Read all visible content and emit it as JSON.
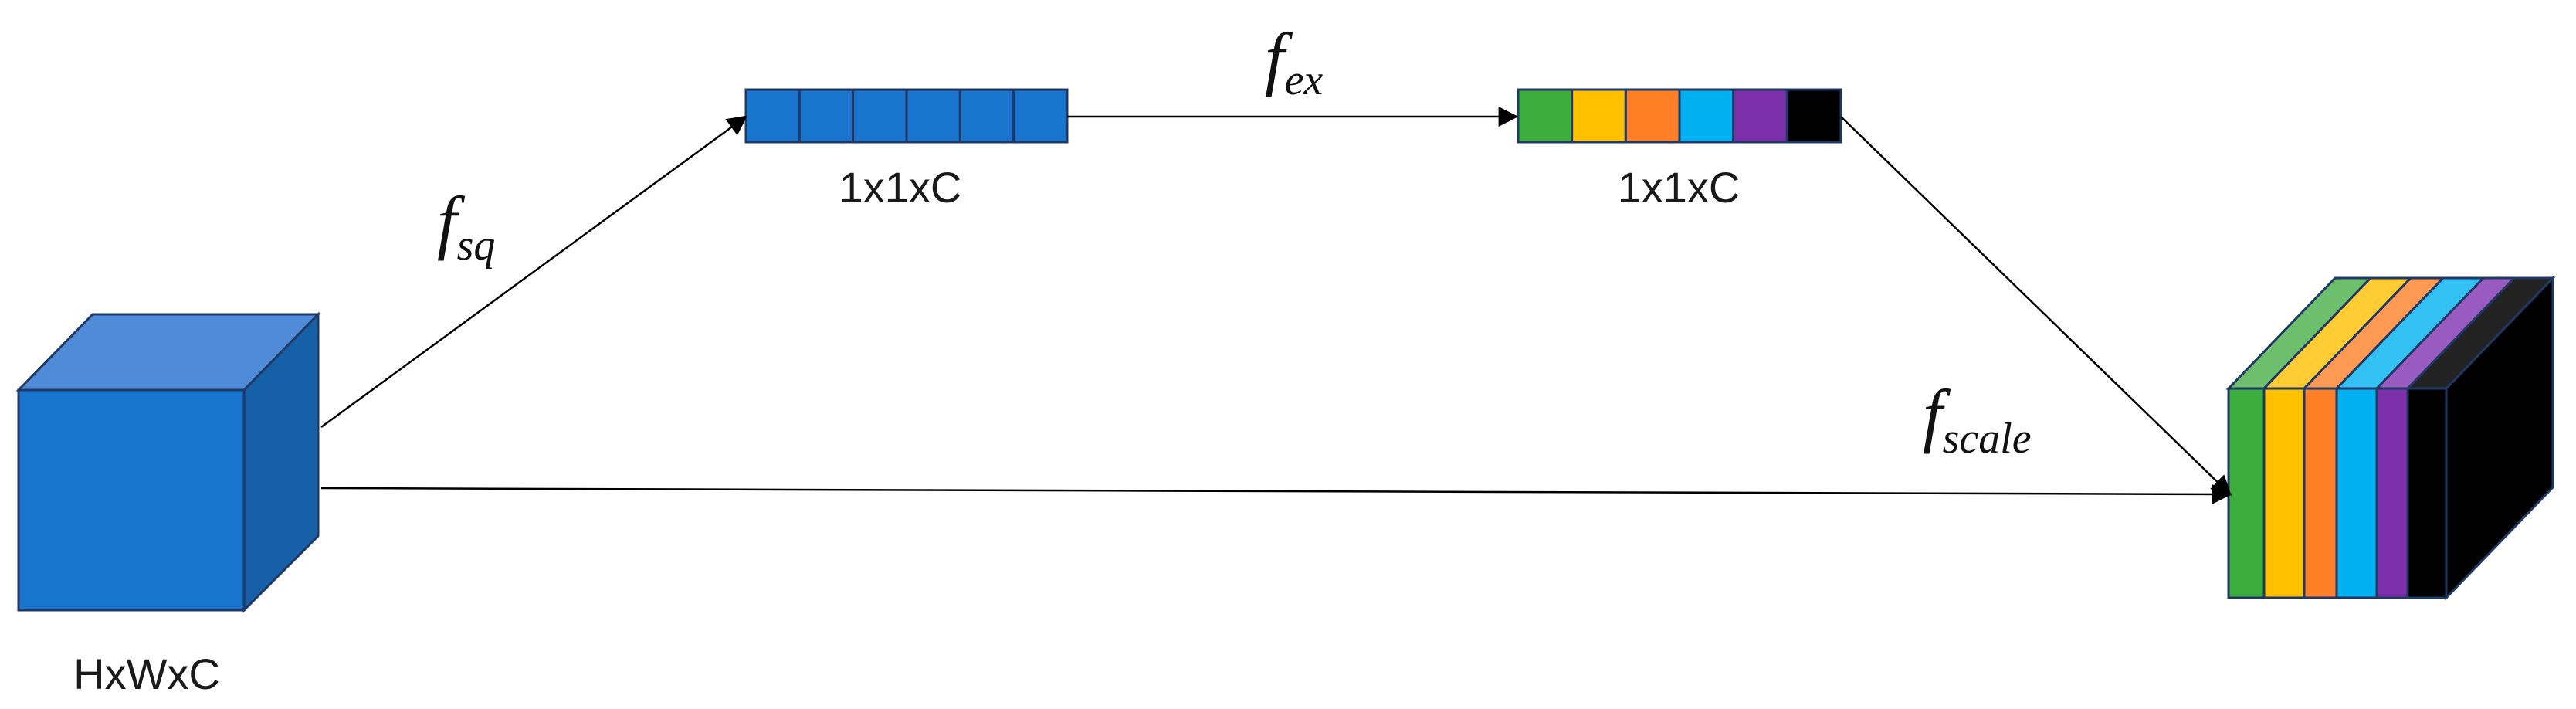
{
  "input_tensor": {
    "label": "HxWxC",
    "colors": {
      "front": "#1874CD",
      "top": "#4F8BD6",
      "side": "#1660A8",
      "edge": "#1F3864"
    }
  },
  "squeeze_vector": {
    "label": "1x1xC",
    "cells": 6,
    "color": "#1874CD",
    "edge": "#1F3864"
  },
  "excitation_vector": {
    "label": "1x1xC",
    "cell_colors": [
      "#3DAE3D",
      "#FFC000",
      "#FF7F27",
      "#00B0F0",
      "#7B2FA8",
      "#000000"
    ],
    "edge": "#1F3864"
  },
  "output_tensor": {
    "slice_colors": [
      "#3DAE3D",
      "#FFC000",
      "#FF7F27",
      "#00B0F0",
      "#7B2FA8",
      "#000000"
    ],
    "top_colors": [
      "#6DBF6D",
      "#FFCC33",
      "#FF9A55",
      "#33C0F3",
      "#9A5BC0",
      "#222222"
    ],
    "edge": "#1F3864"
  },
  "operations": {
    "squeeze": {
      "symbol": "f",
      "subscript": "sq"
    },
    "excitation": {
      "symbol": "f",
      "subscript": "ex"
    },
    "scale": {
      "symbol": "f",
      "subscript": "scale"
    }
  }
}
